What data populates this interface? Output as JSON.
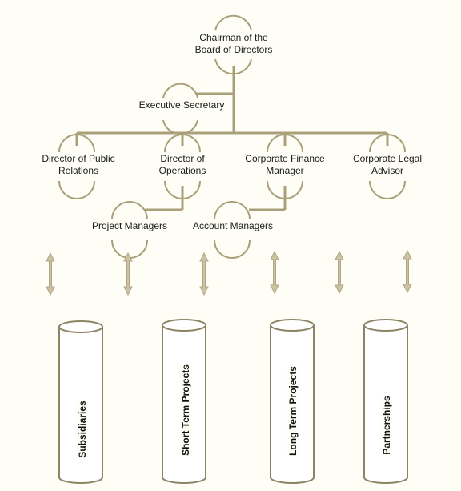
{
  "org": {
    "chairman": [
      "Chairman of the",
      "Board of Directors"
    ],
    "executive_secretary": "Executive Secretary",
    "dir_public_relations": [
      "Director of Public",
      "Relations"
    ],
    "dir_operations": [
      "Director of",
      "Operations"
    ],
    "corp_finance_manager": [
      "Corporate Finance",
      "Manager"
    ],
    "corp_legal_advisor": [
      "Corporate Legal",
      "Advisor"
    ],
    "project_managers": "Project Managers",
    "account_managers": "Account Managers"
  },
  "pillars": [
    "Subsidiaries",
    "Short Term Projects",
    "Long Term Projects",
    "Partnerships"
  ],
  "colors": {
    "line": "#a9a079",
    "arrow": "#cdc3a4",
    "arrow_stroke": "#b0a684",
    "pillar": "#8d8466"
  }
}
